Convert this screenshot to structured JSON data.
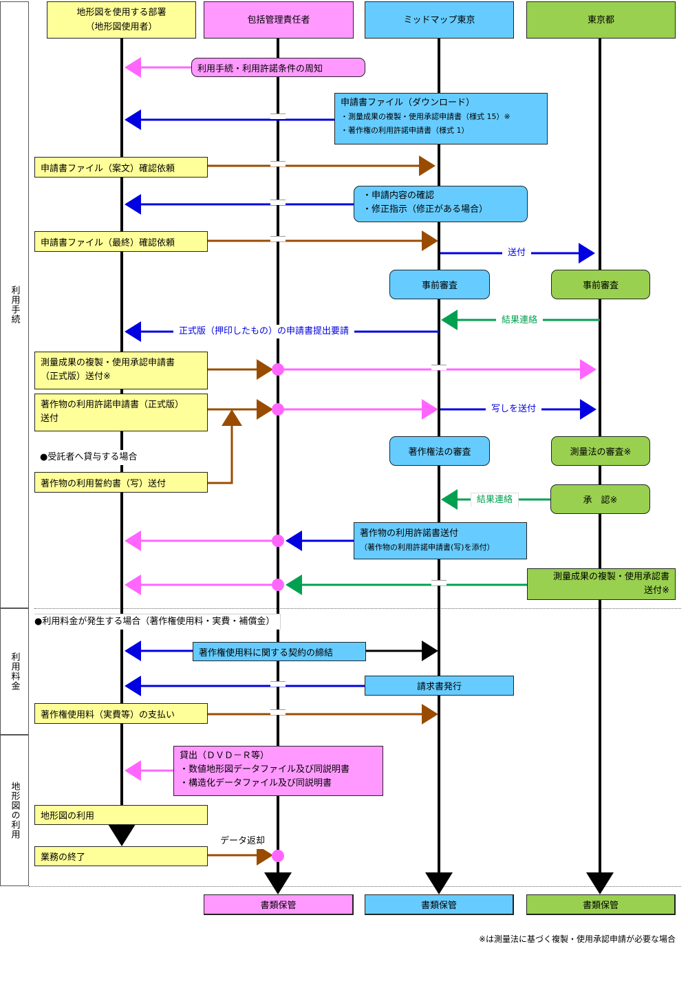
{
  "columns": [
    {
      "id": "dept",
      "label_line1": "地形図を使用する部署",
      "label_line2": "（地形図使用者）",
      "color": "#ffff99"
    },
    {
      "id": "manager",
      "label_line1": "包括管理責任者",
      "color": "#ff99ff"
    },
    {
      "id": "midmap",
      "label_line1": "ミッドマップ東京",
      "color": "#66ccff"
    },
    {
      "id": "tokyo",
      "label_line1": "東京都",
      "color": "#99d050"
    }
  ],
  "phases": [
    {
      "label": "利用手続"
    },
    {
      "label": "利用料金"
    },
    {
      "label": "地形図の利用"
    }
  ],
  "steps": {
    "notice": "利用手続・利用許諾条件の周知",
    "download_title": "申請書ファイル（ダウンロード）",
    "download_item1": "・測量成果の複製・使用承認申請書（様式 15）※",
    "download_item2": "・著作権の利用許諾申請書（様式 1）",
    "draft_request": "申請書ファイル（案文）確認依頼",
    "check_item1": "・申請内容の確認",
    "check_item2": "・修正指示（修正がある場合）",
    "final_request": "申請書ファイル（最終）確認依頼",
    "send": "送付",
    "pre_review_midmap": "事前審査",
    "pre_review_tokyo": "事前審査",
    "result_contact_1": "結果連絡",
    "official_request": "正式版（押印したもの）の申請書提出要請",
    "survey_app_line1": "測量成果の複製・使用承認申請書",
    "survey_app_line2": "（正式版）送付※",
    "copyright_app_line1": "著作物の利用許諾申請書（正式版）",
    "copyright_app_line2": "送付",
    "send_copy": "写しを送付",
    "contractor_case": "●受託者へ貸与する場合",
    "pledge": "著作物の利用誓約書（写）送付",
    "copyright_review": "著作権法の審査",
    "survey_review": "測量法の審査※",
    "result_contact_2": "結果連絡",
    "approval": "承　認※",
    "license_send_line1": "著作物の利用許諾書送付",
    "license_send_line2": "（著作物の利用許諾申請書(写)を添付）",
    "approval_send_line1": "測量成果の複製・使用承認書",
    "approval_send_line2": "送付※",
    "fee_case": "●利用料金が発生する場合（著作権使用料・実費・補償金）",
    "contract": "著作権使用料に関する契約の締結",
    "invoice": "請求書発行",
    "payment": "著作権使用料（実費等）の支払い",
    "lend_title": "貸出（ＤＶＤ－Ｒ等）",
    "lend_item1": "・数値地形図データファイル及び同説明書",
    "lend_item2": "・構造化データファイル及び同説明書",
    "map_use": "地形図の利用",
    "work_end": "業務の終了",
    "data_return": "データ返却"
  },
  "storage": [
    {
      "label": "書類保管"
    },
    {
      "label": "書類保管"
    },
    {
      "label": "書類保管"
    }
  ],
  "footnote": "※は測量法に基づく複製・使用承認申請が必要な場合",
  "arrow_colors": {
    "pink": "#ff66ff",
    "blue": "#0000e0",
    "brown": "#994c00",
    "green": "#00a050",
    "black": "#000000"
  }
}
